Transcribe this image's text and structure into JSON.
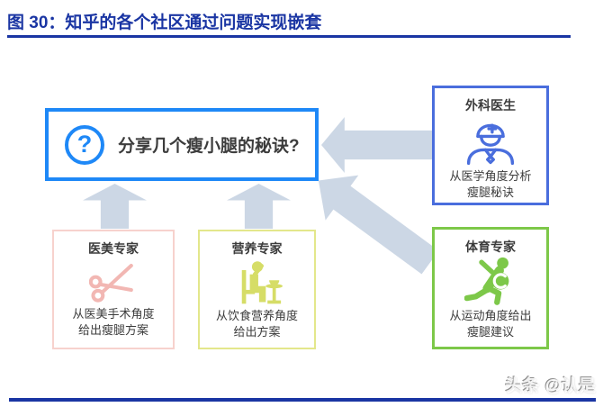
{
  "header": {
    "title": "图 30：知乎的各个社区通过问题实现嵌套"
  },
  "question_box": {
    "icon": "question-mark-icon",
    "question_mark": "?",
    "text": "分享几个瘦小腿的秘诀?"
  },
  "experts": [
    {
      "title": "医美专家",
      "icon": "scissors-icon",
      "desc_line1": "从医美手术角度",
      "desc_line2": "给出瘦腿方案",
      "border_color": "#f7d2cd",
      "icon_color": "#f2b7b3"
    },
    {
      "title": "营养专家",
      "icon": "dining-person-icon",
      "desc_line1": "从饮食营养角度",
      "desc_line2": "给出方案",
      "border_color": "#e3e78b",
      "icon_color": "#d6dd67"
    },
    {
      "title": "外科医生",
      "icon": "doctor-icon",
      "desc_line1": "从医学角度分析",
      "desc_line2": "瘦腿秘诀",
      "border_color": "#4a6edd",
      "icon_color": "#4a6edd"
    },
    {
      "title": "体育专家",
      "icon": "running-person-icon",
      "desc_line1": "从运动角度给出",
      "desc_line2": "瘦腿建议",
      "border_color": "#7dc849",
      "icon_color": "#7dc849"
    }
  ],
  "footer": {
    "watermark": "头条 @认是"
  },
  "colors": {
    "title_navy": "#1a35a3",
    "question_blue": "#1e88f7",
    "arrow_gray": "#ccd7e5"
  }
}
